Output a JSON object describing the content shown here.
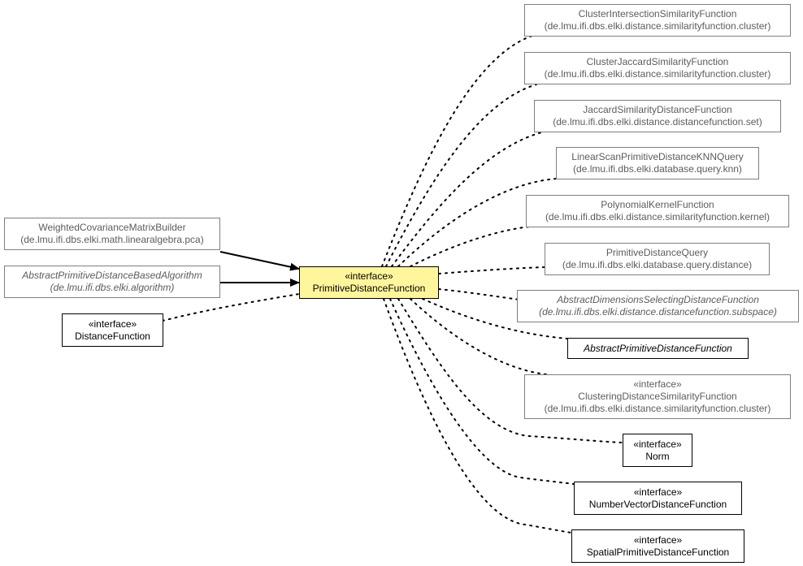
{
  "colors": {
    "focus_fill": "#fff59c",
    "external_border": "#7f7f7f",
    "external_text": "#5c5c5c",
    "edge": "#000000"
  },
  "nodes": {
    "weighted_cov": {
      "name": "WeightedCovarianceMatrixBuilder",
      "package": "(de.lmu.ifi.dbs.elki.math.linearalgebra.pca)"
    },
    "abstract_algo": {
      "name": "AbstractPrimitiveDistanceBasedAlgorithm",
      "package": "(de.lmu.ifi.dbs.elki.algorithm)"
    },
    "distance_function": {
      "stereotype": "«interface»",
      "name": "DistanceFunction"
    },
    "primitive_distance_function": {
      "stereotype": "«interface»",
      "name": "PrimitiveDistanceFunction"
    },
    "cluster_intersection": {
      "name": "ClusterIntersectionSimilarityFunction",
      "package": "(de.lmu.ifi.dbs.elki.distance.similarityfunction.cluster)"
    },
    "cluster_jaccard": {
      "name": "ClusterJaccardSimilarityFunction",
      "package": "(de.lmu.ifi.dbs.elki.distance.similarityfunction.cluster)"
    },
    "jaccard_similarity_distance": {
      "name": "JaccardSimilarityDistanceFunction",
      "package": "(de.lmu.ifi.dbs.elki.distance.distancefunction.set)"
    },
    "linear_scan_knn": {
      "name": "LinearScanPrimitiveDistanceKNNQuery",
      "package": "(de.lmu.ifi.dbs.elki.database.query.knn)"
    },
    "polynomial_kernel": {
      "name": "PolynomialKernelFunction",
      "package": "(de.lmu.ifi.dbs.elki.distance.similarityfunction.kernel)"
    },
    "primitive_distance_query": {
      "name": "PrimitiveDistanceQuery",
      "package": "(de.lmu.ifi.dbs.elki.database.query.distance)"
    },
    "abstract_dimensions_selecting": {
      "name": "AbstractDimensionsSelectingDistanceFunction",
      "package": "(de.lmu.ifi.dbs.elki.distance.distancefunction.subspace)"
    },
    "abstract_primitive_distance": {
      "name": "AbstractPrimitiveDistanceFunction"
    },
    "clustering_distance_similarity": {
      "stereotype": "«interface»",
      "name": "ClusteringDistanceSimilarityFunction",
      "package": "(de.lmu.ifi.dbs.elki.distance.similarityfunction.cluster)"
    },
    "norm": {
      "stereotype": "«interface»",
      "name": "Norm"
    },
    "number_vector_distance": {
      "stereotype": "«interface»",
      "name": "NumberVectorDistanceFunction"
    },
    "spatial_primitive_distance": {
      "stereotype": "«interface»",
      "name": "SpatialPrimitiveDistanceFunction"
    }
  },
  "edges": [
    {
      "from": "weighted_cov",
      "to": "primitive_distance_function",
      "style": "solid-arrow"
    },
    {
      "from": "abstract_algo",
      "to": "primitive_distance_function",
      "style": "solid-arrow"
    },
    {
      "from": "primitive_distance_function",
      "to": "distance_function",
      "style": "dotted"
    },
    {
      "from": "primitive_distance_function",
      "to": "cluster_intersection",
      "style": "dotted"
    },
    {
      "from": "primitive_distance_function",
      "to": "cluster_jaccard",
      "style": "dotted"
    },
    {
      "from": "primitive_distance_function",
      "to": "jaccard_similarity_distance",
      "style": "dotted"
    },
    {
      "from": "primitive_distance_function",
      "to": "linear_scan_knn",
      "style": "dotted"
    },
    {
      "from": "primitive_distance_function",
      "to": "polynomial_kernel",
      "style": "dotted"
    },
    {
      "from": "primitive_distance_function",
      "to": "primitive_distance_query",
      "style": "dotted"
    },
    {
      "from": "primitive_distance_function",
      "to": "abstract_dimensions_selecting",
      "style": "dotted"
    },
    {
      "from": "primitive_distance_function",
      "to": "abstract_primitive_distance",
      "style": "dotted"
    },
    {
      "from": "primitive_distance_function",
      "to": "clustering_distance_similarity",
      "style": "dotted"
    },
    {
      "from": "primitive_distance_function",
      "to": "norm",
      "style": "dotted"
    },
    {
      "from": "primitive_distance_function",
      "to": "number_vector_distance",
      "style": "dotted"
    },
    {
      "from": "primitive_distance_function",
      "to": "spatial_primitive_distance",
      "style": "dotted"
    }
  ]
}
